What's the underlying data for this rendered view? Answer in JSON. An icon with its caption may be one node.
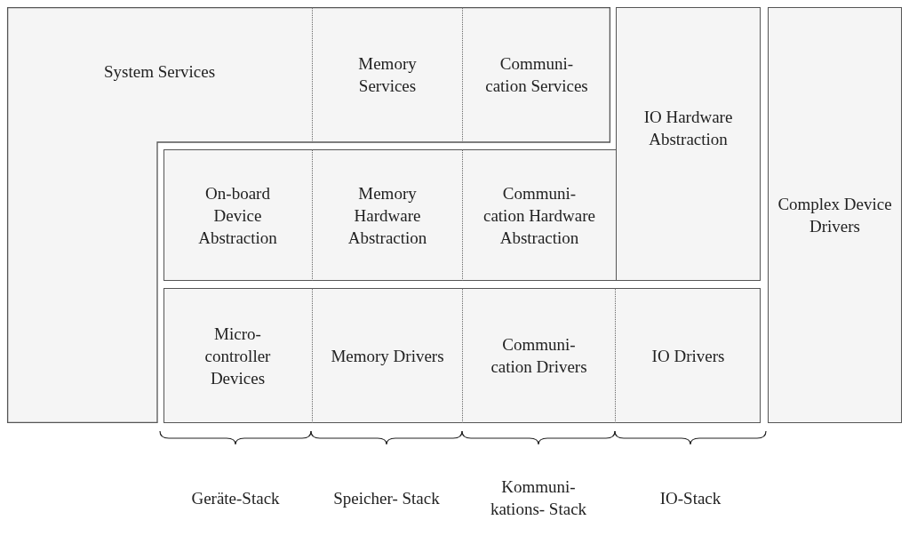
{
  "diagram": {
    "nodes": [
      {
        "text": [
          "System Services"
        ]
      },
      {
        "text": [
          "Memory Services"
        ],
        "in": 0
      },
      {
        "text": [
          "Communi- cation Services"
        ],
        "in": 0
      },
      {
        "text": [
          "IO Hardware Abstraction"
        ]
      },
      {
        "text": [
          "Complex Device Drivers"
        ]
      },
      {
        "text": [
          "On-board Device Abstraction"
        ]
      },
      {
        "text": [
          "Memory Hardware Abstraction"
        ]
      },
      {
        "text": [
          "Communi- cation Hardware Abstraction"
        ]
      },
      {
        "text": [
          "Micro- controller Devices"
        ]
      },
      {
        "text": [
          "Memory Drivers"
        ]
      },
      {
        "text": [
          "Communi- cation Drivers"
        ]
      },
      {
        "text": [
          "IO Drivers"
        ]
      }
    ],
    "edges": [],
    "labels": [
      "Geräte-Stack",
      "Speicher- Stack",
      "Kommuni- kations- Stack",
      "IO-Stack"
    ]
  }
}
